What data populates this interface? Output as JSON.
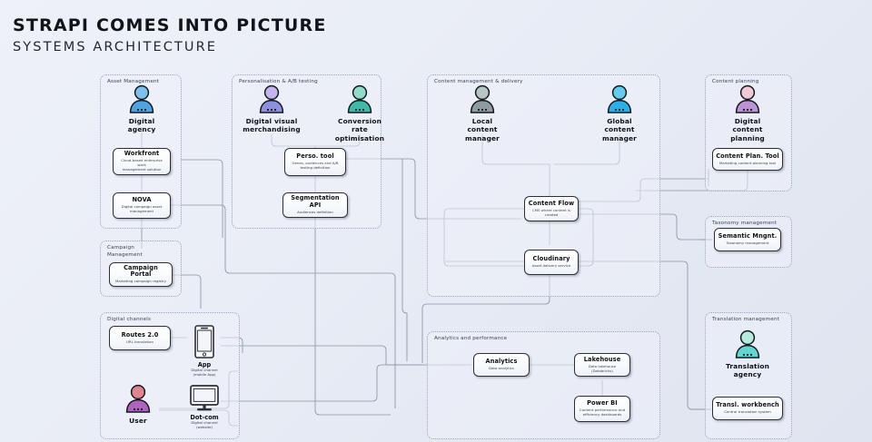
{
  "header": {
    "title": "STRAPI COMES INTO PICTURE",
    "subtitle": "SYSTEMS ARCHITECTURE"
  },
  "colors": {
    "background_top": "#eef1f8",
    "background_bottom": "#dfe4f0",
    "group_border": "#9aa3bd",
    "node_border": "#2b2f38",
    "connector": "#8b93a6",
    "actor_digital_agency": "#5aa9e6",
    "actor_digital_visual_merchandising": "#8f8fe0",
    "actor_conversion_rate_optimisation": "#46b9a6",
    "actor_local_content_manager": "#8d9aa0",
    "actor_global_content_manager": "#35b6e8",
    "actor_digital_content_planning": "#b08fd0",
    "actor_translation_agency": "#5fd6d2",
    "actor_user": "#b062c0"
  },
  "groups": [
    {
      "id": "asset-management",
      "label": "Asset Management"
    },
    {
      "id": "personalisation",
      "label": "Personalisation & A/B testing"
    },
    {
      "id": "content-management",
      "label": "Content management & delivery"
    },
    {
      "id": "content-planning",
      "label": "Content planning"
    },
    {
      "id": "campaign-management",
      "label": "Campaign\nManagement"
    },
    {
      "id": "taxonomy-management",
      "label": "Taxonomy management"
    },
    {
      "id": "digital-channels",
      "label": "Digital channels"
    },
    {
      "id": "analytics-performance",
      "label": "Analytics and performance"
    },
    {
      "id": "translation-management",
      "label": "Translation management"
    }
  ],
  "actors": [
    {
      "id": "digital-agency",
      "label": "Digital agency"
    },
    {
      "id": "digital-visual-merchandising",
      "label": "Digital visual\nmerchandising"
    },
    {
      "id": "conversion-rate-optimisation",
      "label": "Conversion rate\noptimisation"
    },
    {
      "id": "local-content-manager",
      "label": "Local content\nmanager"
    },
    {
      "id": "global-content-manager",
      "label": "Global content\nmanager"
    },
    {
      "id": "digital-content-planning",
      "label": "Digital content\nplanning"
    },
    {
      "id": "translation-agency",
      "label": "Translation\nagency"
    },
    {
      "id": "user",
      "label": "User"
    }
  ],
  "nodes": [
    {
      "id": "workfront",
      "title": "Workfront",
      "subtitle": "Cloud-based enterprise work\nmanagement solution"
    },
    {
      "id": "nova",
      "title": "NOVA",
      "subtitle": "Digital campaign asset\nmanagement"
    },
    {
      "id": "perso-tool",
      "title": "Perso. tool",
      "subtitle": "Genes, audiences and A/B\ntesting definition"
    },
    {
      "id": "segmentation-api",
      "title": "Segmentation API",
      "subtitle": "Audiences definition"
    },
    {
      "id": "content-flow",
      "title": "Content Flow",
      "subtitle": "CMS where content is created"
    },
    {
      "id": "cloudinary",
      "title": "Cloudinary",
      "subtitle": "Asset delivery service"
    },
    {
      "id": "content-plan-tool",
      "title": "Content Plan. Tool",
      "subtitle": "Marketing content planning tool"
    },
    {
      "id": "campaign-portal",
      "title": "Campaign Portal",
      "subtitle": "Marketing campaign registry"
    },
    {
      "id": "semantic-mngnt",
      "title": "Semantic Mngnt.",
      "subtitle": "Taxonomy management"
    },
    {
      "id": "routes-20",
      "title": "Routes 2.0",
      "subtitle": "URL translation"
    },
    {
      "id": "analytics",
      "title": "Analytics",
      "subtitle": "Data analytics"
    },
    {
      "id": "lakehouse",
      "title": "Lakehouse",
      "subtitle": "Data lakehouse (Databricks)"
    },
    {
      "id": "power-bi",
      "title": "Power BI",
      "subtitle": "Content performance and\nefficiency dashboards"
    },
    {
      "id": "transl-workbench",
      "title": "Transl. workbench",
      "subtitle": "Central translation system"
    }
  ],
  "devices": [
    {
      "id": "app",
      "icon": "mobile-phone-icon",
      "label": "App",
      "subtitle": "Digital channel\n(mobile App)"
    },
    {
      "id": "dot-com",
      "icon": "desktop-monitor-icon",
      "label": "Dot-com",
      "subtitle": "Digital channel\n(website)"
    }
  ]
}
